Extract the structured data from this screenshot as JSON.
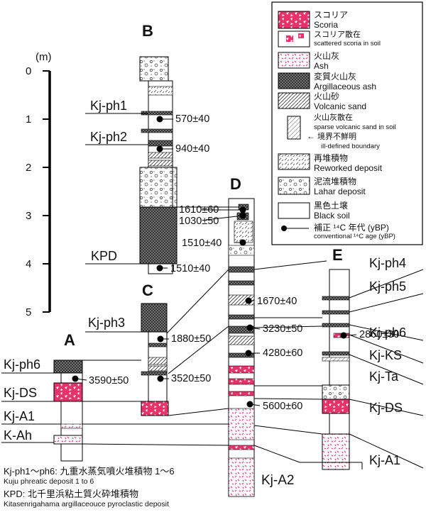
{
  "columns": {
    "a": "A",
    "b": "B",
    "c": "C",
    "d": "D",
    "e": "E"
  },
  "scale": {
    "unit": "(m)",
    "ticks": [
      "0",
      "1",
      "2",
      "3",
      "4",
      "5"
    ]
  },
  "units": {
    "b": [
      "Kj-ph1",
      "Kj-ph2",
      "KPD"
    ],
    "c": [
      "Kj-ph3"
    ],
    "a": [
      "Kj-ph6",
      "Kj-DS",
      "Kj-A1",
      "K-Ah"
    ],
    "d": [
      "Kj-A2"
    ],
    "e": [
      "Kj-ph4",
      "Kj-ph5",
      "Kj-ph6",
      "Kj-KS",
      "Kj-Ta",
      "Kj-DS",
      "Kj-A1"
    ]
  },
  "ages": {
    "b": [
      "570±40",
      "940±40",
      "1510±40"
    ],
    "d": [
      "1610±60",
      "1030±50",
      "1510±40",
      "1670±40",
      "3230±50",
      "4280±60",
      "5600±60"
    ],
    "c": [
      "1880±50",
      "3520±50"
    ],
    "a": [
      "3590±50"
    ],
    "e": [
      "2860±30"
    ]
  },
  "legend": {
    "scoria_ja": "スコリア",
    "scoria_en": "Scoria",
    "scattered_ja": "スコリア散在",
    "scattered_en": "scattered scoria in soil",
    "ash_ja": "火山灰",
    "ash_en": "Ash",
    "argash_ja": "変質火山灰",
    "argash_en": "Argillaceous ash",
    "vsand_ja": "火山砂",
    "vsand_en": "Volcanic sand",
    "sparse_ja": "火山灰散在",
    "sparse_en": "sparse volcanic sand in soil",
    "boundary_ja": "境界不鮮明",
    "boundary_en": "ill-defined boundary",
    "reworked_ja": "再堆積物",
    "reworked_en": "Reworked deposit",
    "lahar_ja": "泥流堆積物",
    "lahar_en": "Lahar deposit",
    "black_ja": "黒色土壌",
    "black_en": "Black soil",
    "c14_ja": "補正 ¹⁴C 年代 (yBP)",
    "c14_en": "conventional ¹⁴C age (yBP)"
  },
  "footnote": {
    "line1": "Kj-ph1〜ph6: 九重水蒸気噴火堆積物 1〜6",
    "line2": "Kuju phreatic deposit 1 to 6",
    "line3": "KPD: 北千里浜粘土質火砕堆積物",
    "line4": "Kitasenrigahama argillaceouce pyroclastic deposit"
  }
}
